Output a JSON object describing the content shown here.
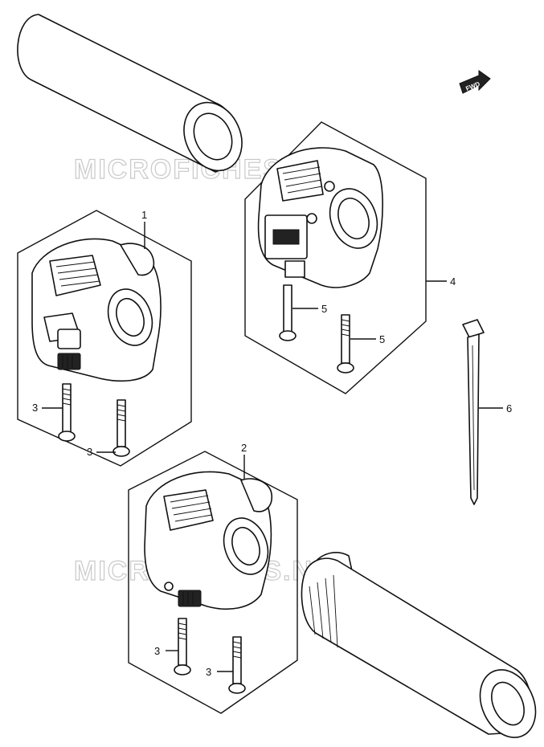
{
  "watermark": "MICROFICHES.NET",
  "fwd_label": "FWD",
  "callouts": {
    "c1": "1",
    "c2": "2",
    "c3a": "3",
    "c3b": "3",
    "c3c": "3",
    "c3d": "3",
    "c4": "4",
    "c5a": "5",
    "c5b": "5",
    "c6": "6"
  }
}
